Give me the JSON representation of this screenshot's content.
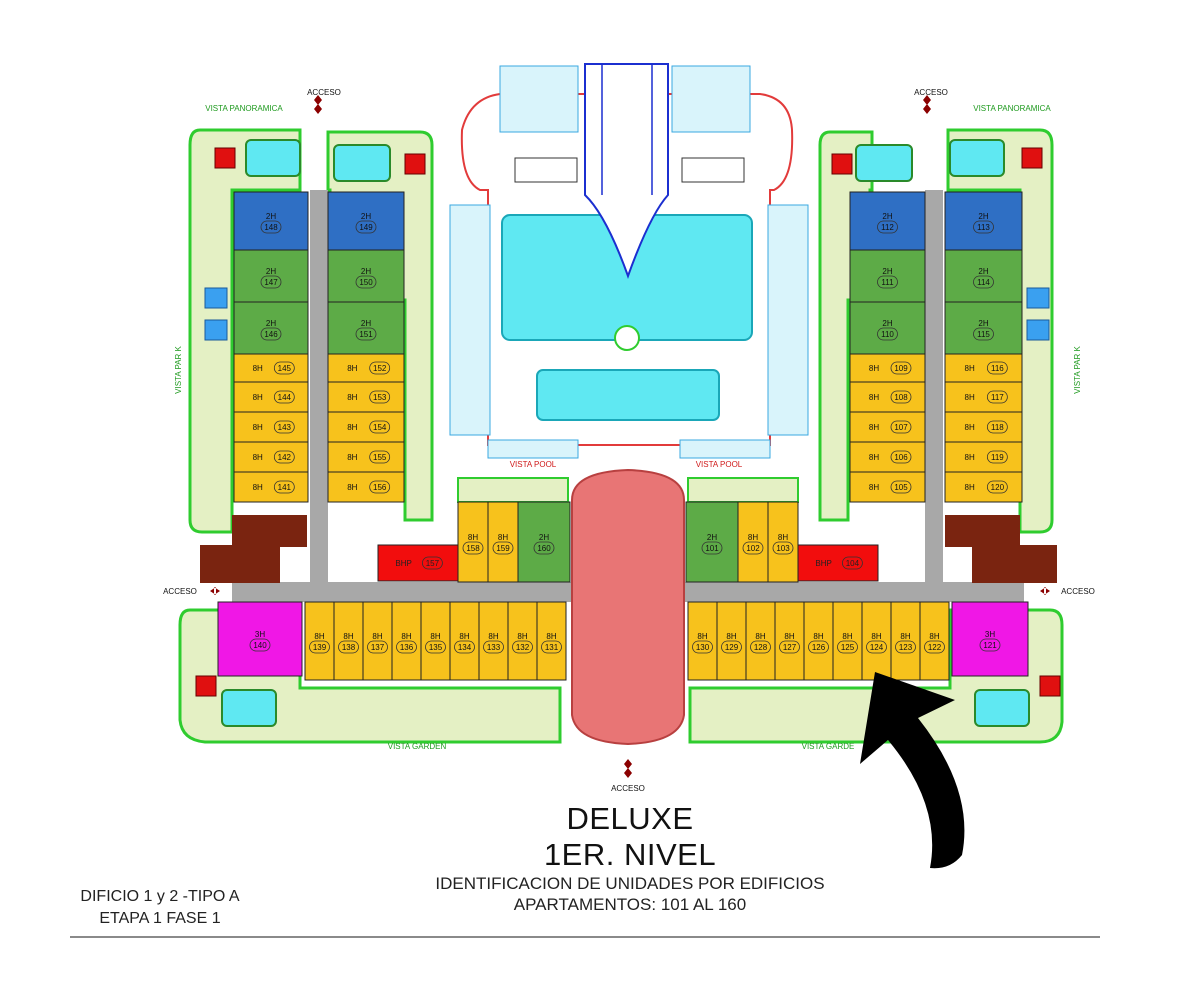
{
  "labels": {
    "acceso": "ACCESO",
    "vista_panoramica": "VISTA PANORAMICA",
    "vista_park": "VISTA PAR K",
    "vista_pool": "VISTA POOL",
    "vista_garden": "VISTA GARDEN",
    "vista_garden_right": "VISTA GARDE"
  },
  "title": {
    "line1": "DELUXE",
    "line2": "1ER. NIVEL",
    "line3": "IDENTIFICACION DE UNIDADES POR EDIFICIOS",
    "line4": "APARTAMENTOS: 101 AL  160"
  },
  "building_info": {
    "line1": "DIFICIO 1 y 2 -TIPO A",
    "line2": "ETAPA 1  FASE 1"
  },
  "colors": {
    "garden": "#e4f0c4",
    "garden_edge": "#2fcc2f",
    "corridor": "#a8a8a8",
    "unit_8h": "#f7c21c",
    "unit_2h": "#5dab47",
    "unit_2h_corner": "#2f6fc4",
    "unit_3h": "#f017e6",
    "unit_bhp": "#f20d0d",
    "service": "#7a2410",
    "pool": "#5fe8f2",
    "plaza": "#e87575",
    "arrow": "#000000"
  },
  "units": {
    "left_outer": [
      {
        "type": "2H",
        "num": "148"
      },
      {
        "type": "2H",
        "num": "147"
      },
      {
        "type": "2H",
        "num": "146"
      },
      {
        "type": "8H",
        "num": "145"
      },
      {
        "type": "8H",
        "num": "144"
      },
      {
        "type": "8H",
        "num": "143"
      },
      {
        "type": "8H",
        "num": "142"
      },
      {
        "type": "8H",
        "num": "141"
      }
    ],
    "left_inner": [
      {
        "type": "2H",
        "num": "149"
      },
      {
        "type": "2H",
        "num": "150"
      },
      {
        "type": "2H",
        "num": "151"
      },
      {
        "type": "8H",
        "num": "152"
      },
      {
        "type": "8H",
        "num": "153"
      },
      {
        "type": "8H",
        "num": "154"
      },
      {
        "type": "8H",
        "num": "155"
      },
      {
        "type": "8H",
        "num": "156"
      }
    ],
    "left_center": [
      {
        "type": "BHP",
        "num": "157"
      },
      {
        "type": "8H",
        "num": "158"
      },
      {
        "type": "8H",
        "num": "159"
      },
      {
        "type": "2H",
        "num": "160"
      }
    ],
    "right_center": [
      {
        "type": "2H",
        "num": "101"
      },
      {
        "type": "8H",
        "num": "102"
      },
      {
        "type": "8H",
        "num": "103"
      },
      {
        "type": "BHP",
        "num": "104"
      }
    ],
    "right_inner": [
      {
        "type": "2H",
        "num": "112"
      },
      {
        "type": "2H",
        "num": "111"
      },
      {
        "type": "2H",
        "num": "110"
      },
      {
        "type": "8H",
        "num": "109"
      },
      {
        "type": "8H",
        "num": "108"
      },
      {
        "type": "8H",
        "num": "107"
      },
      {
        "type": "8H",
        "num": "106"
      },
      {
        "type": "8H",
        "num": "105"
      }
    ],
    "right_outer": [
      {
        "type": "2H",
        "num": "113"
      },
      {
        "type": "2H",
        "num": "114"
      },
      {
        "type": "2H",
        "num": "115"
      },
      {
        "type": "8H",
        "num": "116"
      },
      {
        "type": "8H",
        "num": "117"
      },
      {
        "type": "8H",
        "num": "118"
      },
      {
        "type": "8H",
        "num": "119"
      },
      {
        "type": "8H",
        "num": "120"
      }
    ],
    "bottom_left_corner": {
      "type": "3H",
      "num": "140"
    },
    "bottom_left": [
      {
        "type": "8H",
        "num": "139"
      },
      {
        "type": "8H",
        "num": "138"
      },
      {
        "type": "8H",
        "num": "137"
      },
      {
        "type": "8H",
        "num": "136"
      },
      {
        "type": "8H",
        "num": "135"
      },
      {
        "type": "8H",
        "num": "134"
      },
      {
        "type": "8H",
        "num": "133"
      },
      {
        "type": "8H",
        "num": "132"
      },
      {
        "type": "8H",
        "num": "131"
      }
    ],
    "bottom_right": [
      {
        "type": "8H",
        "num": "130"
      },
      {
        "type": "8H",
        "num": "129"
      },
      {
        "type": "8H",
        "num": "128"
      },
      {
        "type": "8H",
        "num": "127"
      },
      {
        "type": "8H",
        "num": "126"
      },
      {
        "type": "8H",
        "num": "125"
      },
      {
        "type": "8H",
        "num": "124"
      },
      {
        "type": "8H",
        "num": "123"
      },
      {
        "type": "8H",
        "num": "122"
      }
    ],
    "bottom_right_corner": {
      "type": "3H",
      "num": "121"
    }
  }
}
